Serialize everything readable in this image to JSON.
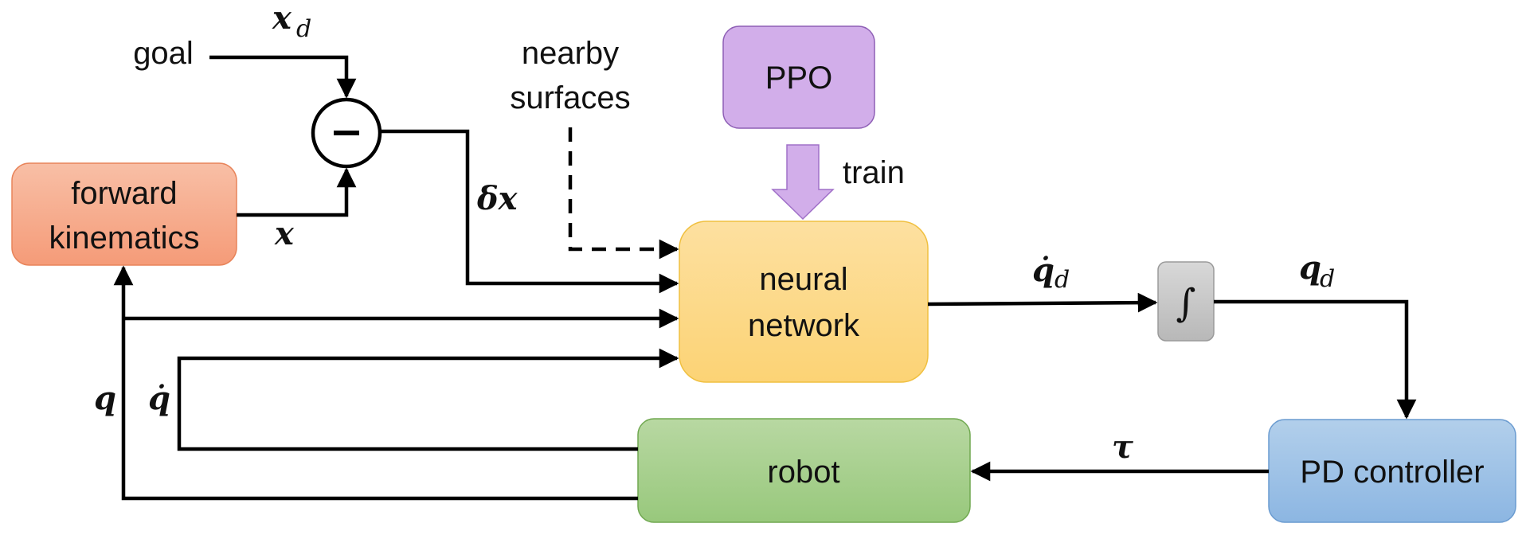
{
  "blocks": {
    "forward_kinematics": {
      "line1": "forward",
      "line2": "kinematics"
    },
    "ppo": {
      "label": "PPO"
    },
    "neural_network": {
      "line1": "neural",
      "line2": "network"
    },
    "integrator": {
      "symbol": "∫"
    },
    "robot": {
      "label": "robot"
    },
    "pd_controller": {
      "label": "PD controller"
    },
    "summing_junction": {
      "symbol": "−"
    }
  },
  "labels": {
    "goal": "goal",
    "nearby_surfaces_line1": "nearby",
    "nearby_surfaces_line2": "surfaces",
    "train": "train"
  },
  "signals": {
    "xd": {
      "base": "x",
      "sub": "d"
    },
    "x": {
      "base": "x"
    },
    "delta_x": {
      "base": "δx"
    },
    "qdot_d": {
      "base": "q̇",
      "sub": "d"
    },
    "q_d": {
      "base": "q",
      "sub": "d"
    },
    "q": {
      "base": "q"
    },
    "qdot": {
      "base": "q̇"
    },
    "tau": {
      "base": "τ"
    }
  },
  "colors": {
    "forward_kinematics": "#F6A98A",
    "ppo": "#D2AEEA",
    "neural_network": "#FDD688",
    "integrator": "#C8C8C8",
    "robot": "#A9D18E",
    "pd_controller": "#9DC3E6",
    "train_arrow": "#D2AEEA"
  }
}
